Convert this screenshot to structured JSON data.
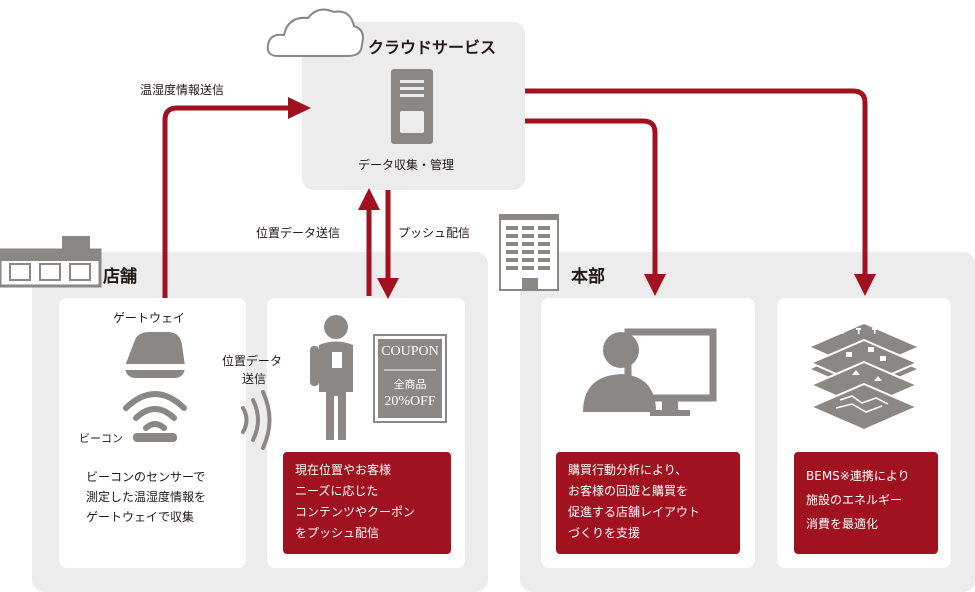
{
  "cloud": {
    "title": "クラウドサービス",
    "server_label": "データ収集・管理"
  },
  "flows": {
    "temp_humidity_send": "温湿度情報送信",
    "location_send": "位置データ送信",
    "push_delivery": "プッシュ配信",
    "beacon_location_send_line1": "位置データ",
    "beacon_location_send_line2": "送信"
  },
  "store": {
    "title": "店舗",
    "gateway_label": "ゲートウェイ",
    "beacon_label": "ビーコン",
    "description_lines": [
      "ビーコンのセンサーで",
      "測定した温湿度情報を",
      "ゲートウェイで収集"
    ],
    "coupon": {
      "title": "COUPON",
      "line1": "全商品",
      "line2": "20%OFF"
    },
    "push_box_lines": [
      "現在位置やお客様",
      "ニーズに応じた",
      "コンテンツやクーポン",
      "をプッシュ配信"
    ]
  },
  "hq": {
    "title": "本部",
    "analysis_box_lines": [
      "購買行動分析により、",
      "お客様の回遊と購買を",
      "促進する店舗レイアウト",
      "づくりを支援"
    ],
    "bems_box_lines": [
      "BEMS※連携により",
      "施設のエネルギー",
      "消費を最適化"
    ]
  },
  "colors": {
    "accent": "#a0121f",
    "panel": "#ececec",
    "icon": "#8a8784",
    "text": "#231815"
  }
}
